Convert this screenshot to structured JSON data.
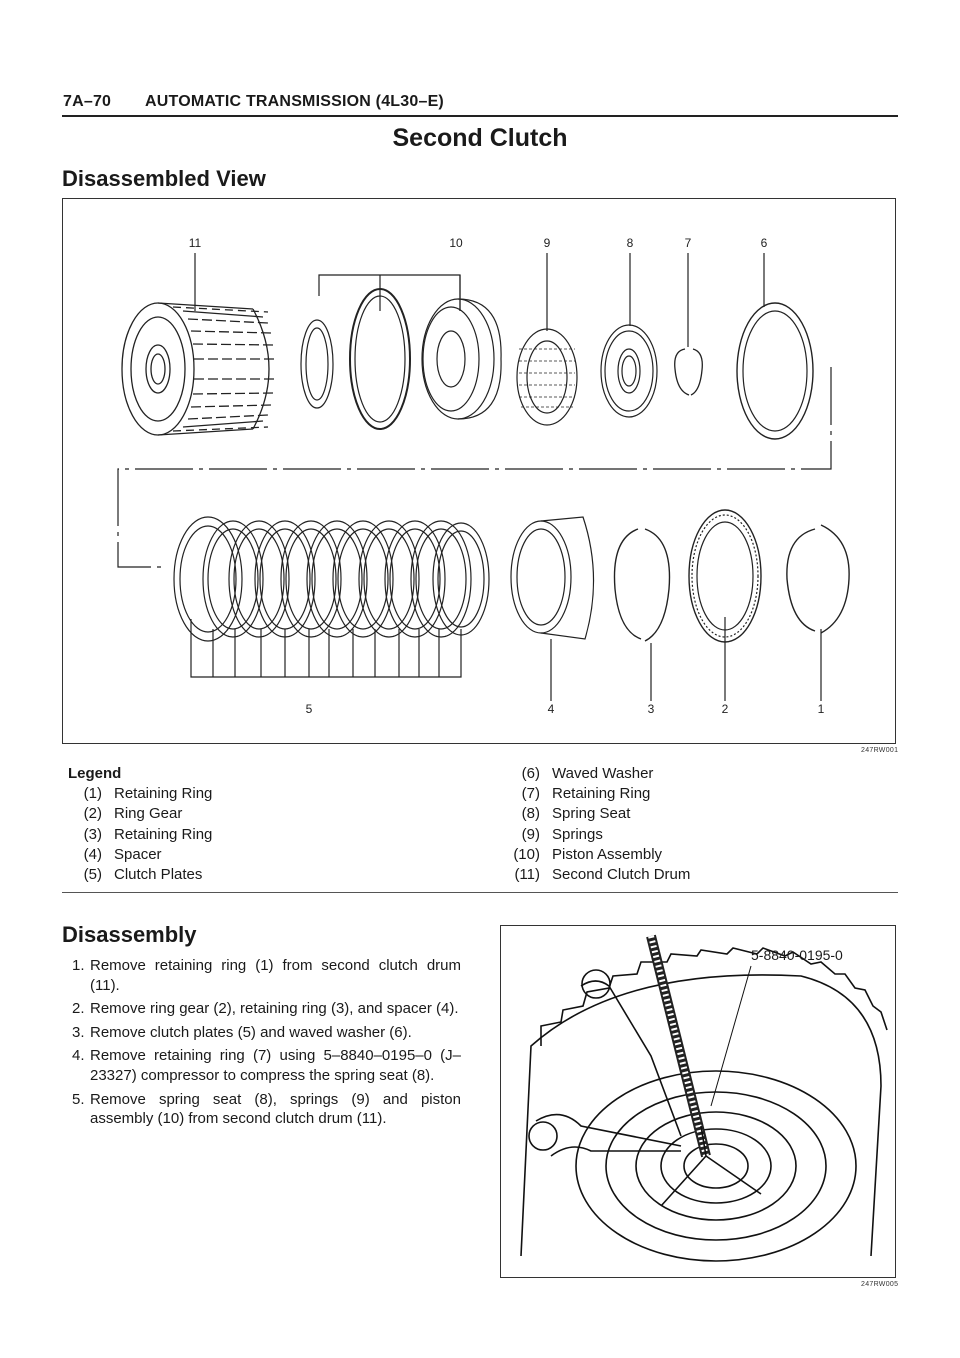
{
  "header": {
    "page": "7A–70",
    "section": "AUTOMATIC TRANSMISSION (4L30–E)"
  },
  "title": "Second Clutch",
  "disassembled_view": {
    "heading": "Disassembled View",
    "figure_code": "247RW001",
    "callouts_top": [
      "11",
      "10",
      "9",
      "8",
      "7",
      "6"
    ],
    "callouts_bottom": [
      "5",
      "4",
      "3",
      "2",
      "1"
    ]
  },
  "legend": {
    "heading": "Legend",
    "items": [
      {
        "num": "(1)",
        "label": "Retaining Ring"
      },
      {
        "num": "(2)",
        "label": "Ring Gear"
      },
      {
        "num": "(3)",
        "label": "Retaining Ring"
      },
      {
        "num": "(4)",
        "label": "Spacer"
      },
      {
        "num": "(5)",
        "label": "Clutch Plates"
      },
      {
        "num": "(6)",
        "label": "Waved Washer"
      },
      {
        "num": "(7)",
        "label": "Retaining Ring"
      },
      {
        "num": "(8)",
        "label": "Spring Seat"
      },
      {
        "num": "(9)",
        "label": "Springs"
      },
      {
        "num": "(10)",
        "label": "Piston Assembly"
      },
      {
        "num": "(11)",
        "label": "Second Clutch Drum"
      }
    ]
  },
  "disassembly": {
    "heading": "Disassembly",
    "steps": [
      {
        "n": "1.",
        "text": "Remove retaining ring (1) from second clutch drum (11)."
      },
      {
        "n": "2.",
        "text": "Remove ring gear (2), retaining ring (3), and spacer (4)."
      },
      {
        "n": "3.",
        "text": "Remove clutch plates (5) and waved washer (6)."
      },
      {
        "n": "4.",
        "text": "Remove retaining ring (7) using 5–8840–0195–0 (J–23327) compressor to compress the spring seat (8)."
      },
      {
        "n": "5.",
        "text": "Remove spring seat (8), springs (9) and piston assembly (10) from second clutch drum (11)."
      }
    ],
    "photo": {
      "tool_label": "5-8840-0195-0",
      "figure_code": "247RW005"
    }
  }
}
